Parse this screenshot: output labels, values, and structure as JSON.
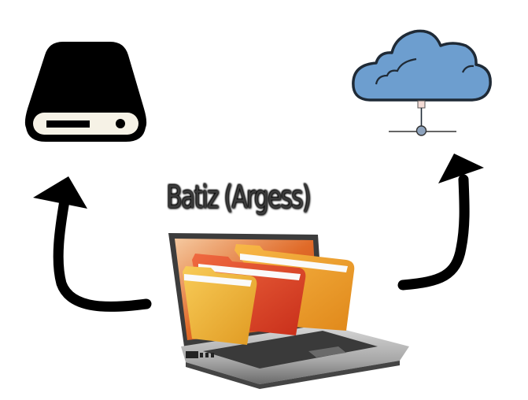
{
  "diagram": {
    "title": "Batiz (Argess)",
    "nodes": [
      {
        "id": "local-drive",
        "icon": "hard-drive-icon",
        "position": "top-left"
      },
      {
        "id": "cloud-storage",
        "icon": "cloud-network-icon",
        "position": "top-right"
      },
      {
        "id": "laptop",
        "icon": "laptop-folders-image",
        "position": "center-bottom"
      }
    ],
    "edges": [
      {
        "from": "laptop",
        "to": "local-drive",
        "style": "curved-arrow"
      },
      {
        "from": "laptop",
        "to": "cloud-storage",
        "style": "curved-arrow"
      }
    ]
  },
  "colors": {
    "drive_body": "#000000",
    "drive_panel": "#f6f2e6",
    "cloud_fill": "#6d9ecf",
    "cloud_stroke": "#1f2a36",
    "connector_node": "#8ea3bd",
    "connector_plug": "#f4dcd6",
    "arrow": "#000000",
    "folder_yellow": "#f2b53b",
    "folder_red": "#e0452a",
    "folder_orange": "#f0a030",
    "laptop_silver": "#b8b8b8"
  }
}
